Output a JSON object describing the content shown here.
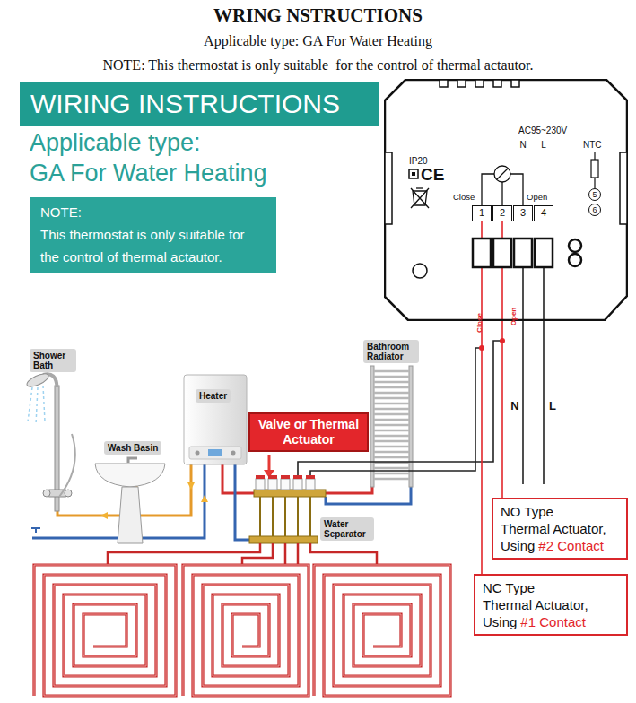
{
  "diagram": {
    "title": "WRING NSTRUCTIONS",
    "nodes": [
      {
        "text": [
          "WIRING INSTRUCTIONS"
        ]
      },
      {
        "text": [
          "NOTE:",
          "This thermostat is only suitable for the control of thermal actautor."
        ]
      },
      {
        "text": [
          "AC95~230V",
          "N",
          "L",
          "NTC",
          "IP20",
          "CE",
          "Close",
          "Open"
        ]
      },
      {
        "text": [
          "1"
        ],
        "in": 2
      },
      {
        "text": [
          "2"
        ],
        "in": 2
      },
      {
        "text": [
          "3"
        ],
        "in": 2
      },
      {
        "text": [
          "4"
        ],
        "in": 2
      },
      {
        "text": [
          "5"
        ],
        "in": 2
      },
      {
        "text": [
          "6"
        ],
        "in": 2
      },
      {
        "text": [
          "Shower Bath"
        ]
      },
      {
        "text": [
          "Bathroom Radiator"
        ]
      },
      {
        "text": [
          "Heater"
        ]
      },
      {
        "text": [
          "Valve or Thermal Actuator"
        ]
      },
      {
        "text": [
          "Wash Basin"
        ]
      },
      {
        "text": [
          "Water Separator"
        ]
      },
      {
        "text": [
          "NO Type",
          "Thermal Actuator,",
          "Using",
          "#2 Contact"
        ]
      },
      {
        "text": [
          "NC Type",
          "Thermal Actuator,",
          "Using",
          "#1 Contact"
        ]
      }
    ],
    "edges": [
      {
        "from": 3,
        "to": 16,
        "arrow": "none",
        "label": "Close"
      },
      {
        "from": 4,
        "to": 15,
        "arrow": "none",
        "label": "Open"
      }
    ],
    "labels": [
      "Applicable type: GA For Water Heating",
      "NOTE: This thermostat is only suitable  for the control of thermal actautor.",
      "Applicable type:",
      "GA For Water Heating",
      "N",
      "L"
    ]
  }
}
